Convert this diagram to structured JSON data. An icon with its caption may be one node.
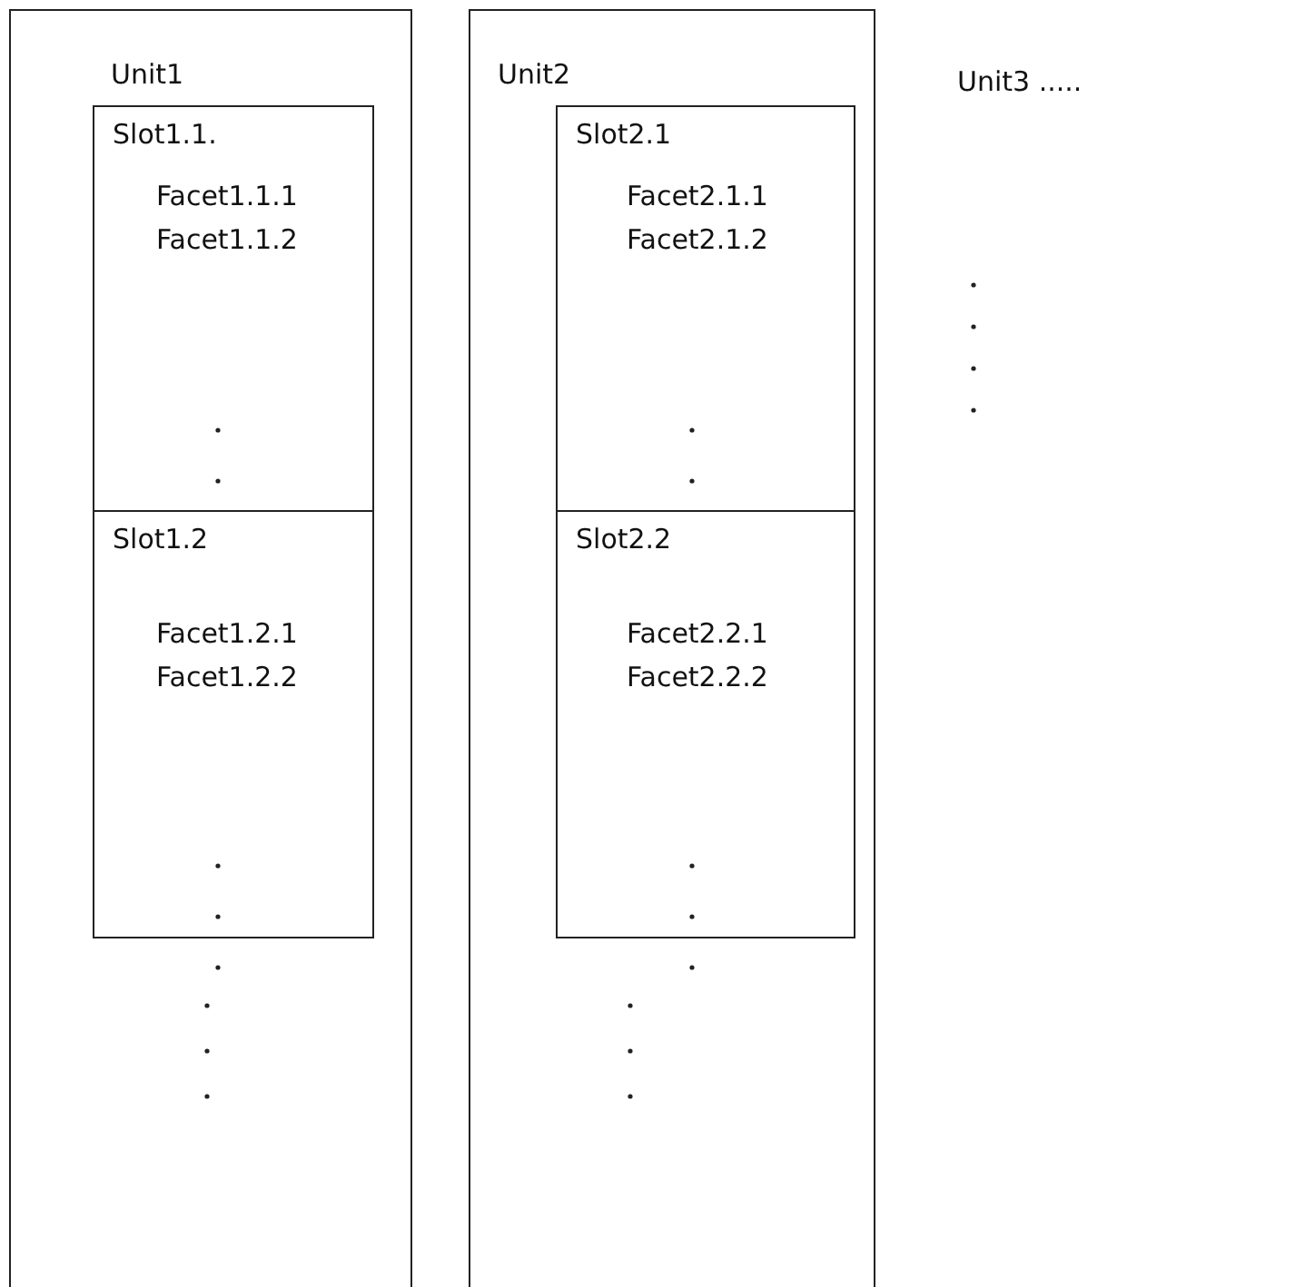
{
  "diagram": {
    "nodes": [
      {
        "text": [
          "Unit1"
        ]
      },
      {
        "text": [
          "Slot1.1.",
          "Facet1.1.1",
          "Facet1.1.2"
        ],
        "in": 0
      },
      {
        "text": [
          "Slot1.2",
          "Facet1.2.1",
          "Facet1.2.2"
        ],
        "in": 0
      },
      {
        "text": [
          "Unit2"
        ]
      },
      {
        "text": [
          "Slot2.1",
          "Facet2.1.1",
          "Facet2.1.2"
        ],
        "in": 3
      },
      {
        "text": [
          "Slot2.2",
          "Facet2.2.1",
          "Facet2.2.2"
        ],
        "in": 3
      }
    ],
    "labels": [
      "Unit3 ....."
    ]
  }
}
